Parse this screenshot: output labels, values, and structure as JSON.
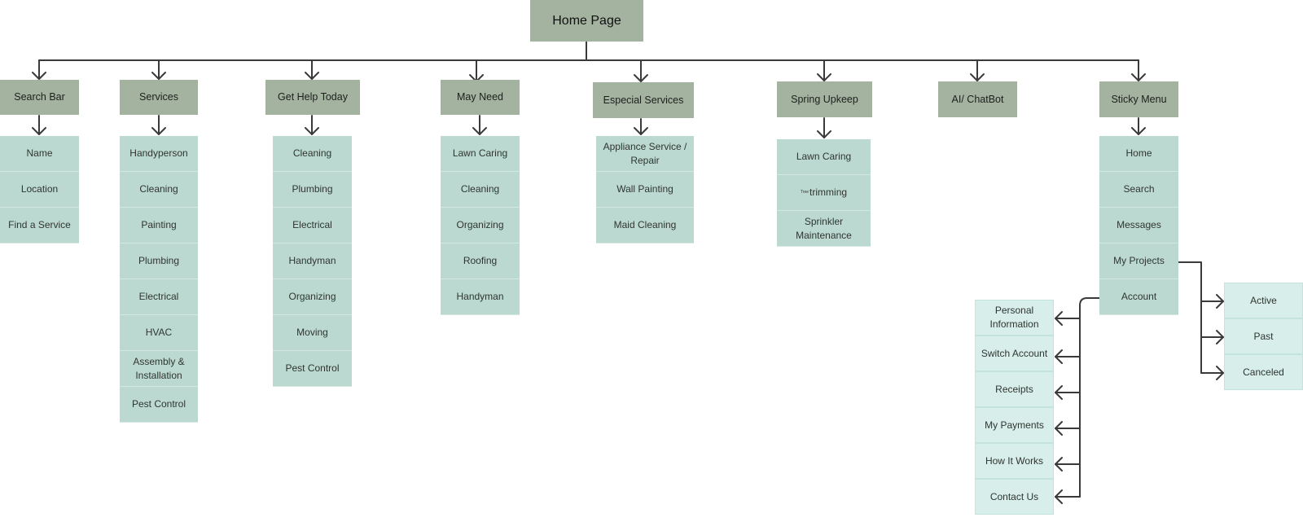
{
  "root": "Home Page",
  "columns": {
    "search_bar": {
      "title": "Search Bar",
      "items": [
        "Name",
        "Location",
        "Find a Service"
      ]
    },
    "services": {
      "title": "Services",
      "items": [
        "Handyperson",
        "Cleaning",
        "Painting",
        "Plumbing",
        "Electrical",
        "HVAC",
        "Assembly & Installation",
        "Pest Control"
      ]
    },
    "get_help": {
      "title": "Get Help Today",
      "items": [
        "Cleaning",
        "Plumbing",
        "Electrical",
        "Handyman",
        "Organizing",
        "Moving",
        "Pest Control"
      ]
    },
    "may_need": {
      "title": "May Need",
      "items": [
        "Lawn Caring",
        "Cleaning",
        "Organizing",
        "Roofing",
        "Handyman"
      ]
    },
    "especial": {
      "title": "Especial Services",
      "items": [
        "Appliance Service / Repair",
        "Wall Painting",
        "Maid Cleaning"
      ]
    },
    "spring": {
      "title": "Spring Upkeep",
      "items": [
        "Lawn Caring",
        "trimming",
        "Sprinkler Maintenance"
      ],
      "tiny_prefix": "Tree"
    },
    "ai": {
      "title": "AI/ ChatBot",
      "items": []
    },
    "sticky": {
      "title": "Sticky Menu",
      "items": [
        "Home",
        "Search",
        "Messages",
        "My Projects",
        "Account"
      ]
    }
  },
  "my_projects": [
    "Active",
    "Past",
    "Canceled"
  ],
  "account": [
    "Personal Information",
    "Switch Account",
    "Receipts",
    "My Payments",
    "How It Works",
    "Contact Us"
  ],
  "colors": {
    "header": "#a4b2a0",
    "item": "#bcd9d1",
    "subitem": "#d7eeea",
    "line": "#3a3a3a"
  }
}
